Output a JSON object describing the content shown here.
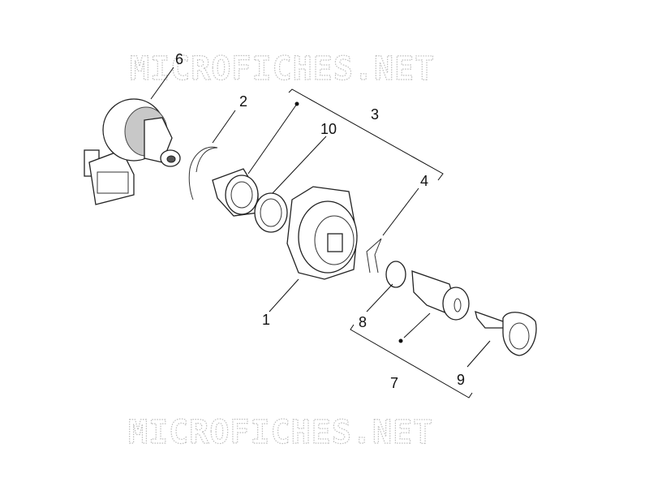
{
  "watermark": {
    "top": "MICROFICHES.NET",
    "bottom": "MICROFICHES.NET"
  },
  "callouts": [
    "6",
    "2",
    "3",
    "10",
    "4",
    "1",
    "8",
    "7",
    "9"
  ],
  "colors": {
    "line": "#111111",
    "watermark": "#bdbdbd",
    "background": "#ffffff"
  }
}
